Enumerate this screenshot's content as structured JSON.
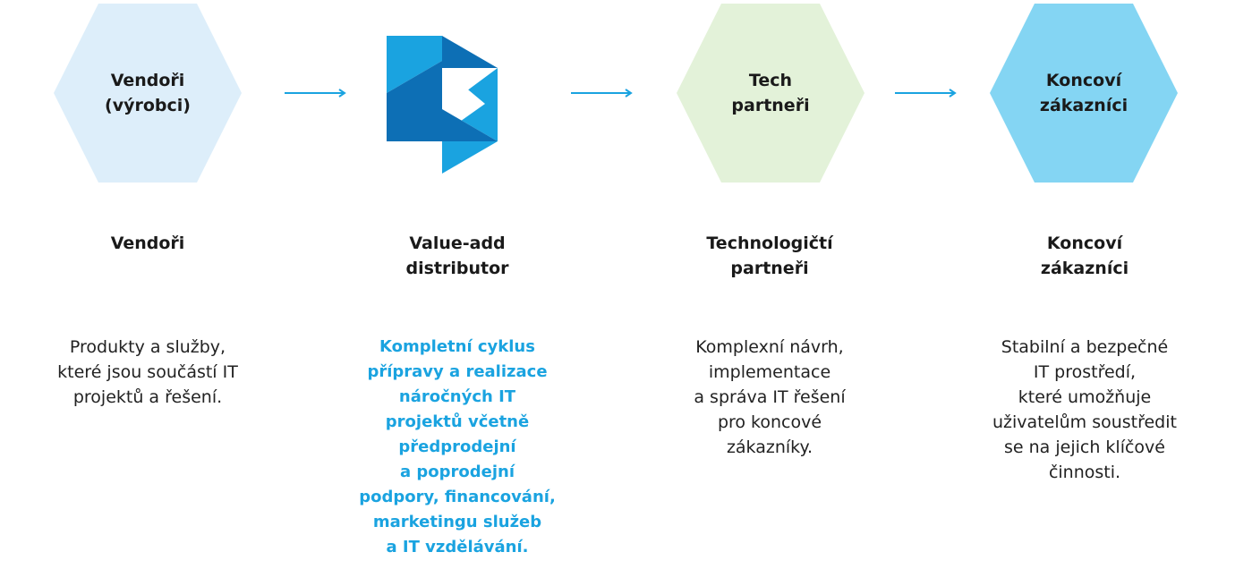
{
  "colors": {
    "vendors_hex": "#ddeefa",
    "partners_hex": "#e3f2d9",
    "customers_hex": "#84d5f3",
    "arrow": "#1aa3e0",
    "accent_text": "#1aa3e0",
    "logo_light": "#1aa3e0",
    "logo_dark": "#0d6fb5"
  },
  "hexagons": [
    {
      "label": "Vendoři\n(výrobci)",
      "icon": "hexagon"
    },
    {
      "label": "",
      "icon": "distributor-logo"
    },
    {
      "label": "Tech\npartneři",
      "icon": "hexagon"
    },
    {
      "label": "Koncoví\nzákazníci",
      "icon": "hexagon"
    }
  ],
  "columns": [
    {
      "title": "Vendoři",
      "description": "Produkty a služby,\nkteré jsou součástí IT\nprojektů a řešení."
    },
    {
      "title": "Value-add\ndistributor",
      "description": "Kompletní cyklus\npřípravy a realizace\nnáročných IT\nprojektů včetně\npředprodejní\na poprodejní\npodpory, financování,\nmarketingu služeb\na IT vzdělávání."
    },
    {
      "title": "Technologičtí\npartneři",
      "description": "Komplexní návrh,\nimplementace\na správa IT řešení\npro koncové\nzákazníky."
    },
    {
      "title": "Koncoví\nzákazníci",
      "description": "Stabilní a bezpečné\nIT prostředí,\nkteré umožňuje\nuživatelům soustředit\nse na jejich klíčové\nčinnosti."
    }
  ]
}
